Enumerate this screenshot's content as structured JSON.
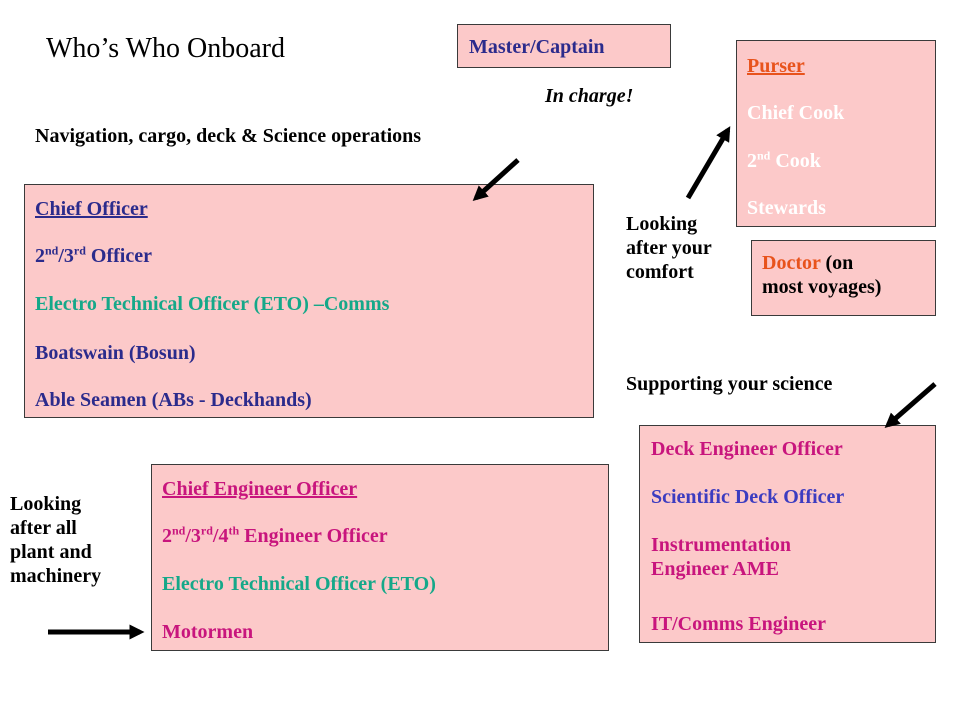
{
  "title": "Who’s Who Onboard",
  "master": {
    "label": "Master/Captain",
    "note": "In charge!"
  },
  "deck": {
    "caption": "Navigation, cargo, deck & Science operations",
    "head": "Chief Officer",
    "officer_pre": "2",
    "officer_sup1": "nd",
    "officer_mid": "/3",
    "officer_sup2": "rd",
    "officer_post": " Officer",
    "eto": "Electro Technical Officer (ETO) –Comms",
    "bosun": "Boatswain (Bosun)",
    "abs": "Able Seamen (ABs - Deckhands)"
  },
  "hotel": {
    "head": "Purser",
    "chief_cook": "Chief Cook",
    "cook_pre": "2",
    "cook_sup": "nd",
    "cook_post": " Cook",
    "stewards": "Stewards",
    "caption_line1": "Looking",
    "caption_line2": "after your",
    "caption_line3": "comfort"
  },
  "doctor": {
    "label": "Doctor",
    "note_line1": " (on",
    "note_line2": "most voyages)"
  },
  "science": {
    "caption": "Supporting your science",
    "deck_engineer": "Deck Engineer Officer",
    "sci_deck": "Scientific Deck Officer",
    "instr_line1": "Instrumentation",
    "instr_line2": "Engineer AME",
    "it": "IT/Comms Engineer"
  },
  "engine": {
    "caption_line1": "Looking",
    "caption_line2": "after all",
    "caption_line3": "plant and",
    "caption_line4": "machinery",
    "head": "Chief Engineer Officer",
    "eng_pre": "2",
    "eng_sup1": "nd",
    "eng_mid1": "/3",
    "eng_sup2": "rd",
    "eng_mid2": "/4",
    "eng_sup3": "th",
    "eng_post": " Engineer Officer",
    "eto": "Electro Technical Officer   (ETO)",
    "motormen": "Motormen"
  },
  "colors": {
    "box_fill": "#fcc9c9",
    "navy": "#2b2b8c",
    "pink": "#c8157d",
    "teal": "#15a889",
    "orange": "#e8531c",
    "blue": "#3c3cc0"
  }
}
